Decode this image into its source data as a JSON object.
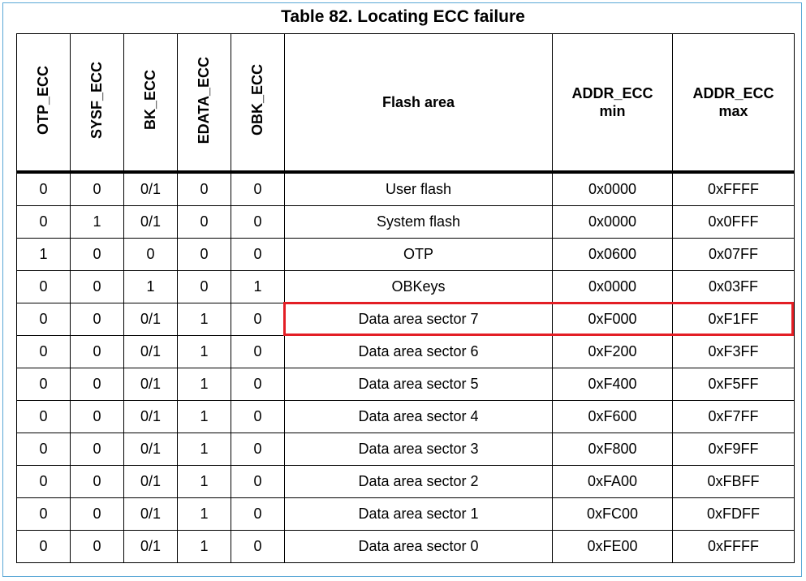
{
  "table": {
    "caption": "Table 82. Locating ECC failure",
    "headers": [
      "OTP_ECC",
      "SYSF_ECC",
      "BK_ECC",
      "EDATA_ECC",
      "OBK_ECC",
      "Flash area",
      "ADDR_ECC min",
      "ADDR_ECC max"
    ],
    "rows": [
      [
        "0",
        "0",
        "0/1",
        "0",
        "0",
        "User flash",
        "0x0000",
        "0xFFFF"
      ],
      [
        "0",
        "1",
        "0/1",
        "0",
        "0",
        "System flash",
        "0x0000",
        "0x0FFF"
      ],
      [
        "1",
        "0",
        "0",
        "0",
        "0",
        "OTP",
        "0x0600",
        "0x07FF"
      ],
      [
        "0",
        "0",
        "1",
        "0",
        "1",
        "OBKeys",
        "0x0000",
        "0x03FF"
      ],
      [
        "0",
        "0",
        "0/1",
        "1",
        "0",
        "Data area sector 7",
        "0xF000",
        "0xF1FF"
      ],
      [
        "0",
        "0",
        "0/1",
        "1",
        "0",
        "Data area sector 6",
        "0xF200",
        "0xF3FF"
      ],
      [
        "0",
        "0",
        "0/1",
        "1",
        "0",
        "Data area sector 5",
        "0xF400",
        "0xF5FF"
      ],
      [
        "0",
        "0",
        "0/1",
        "1",
        "0",
        "Data area sector 4",
        "0xF600",
        "0xF7FF"
      ],
      [
        "0",
        "0",
        "0/1",
        "1",
        "0",
        "Data area sector 3",
        "0xF800",
        "0xF9FF"
      ],
      [
        "0",
        "0",
        "0/1",
        "1",
        "0",
        "Data area sector 2",
        "0xFA00",
        "0xFBFF"
      ],
      [
        "0",
        "0",
        "0/1",
        "1",
        "0",
        "Data area sector 1",
        "0xFC00",
        "0xFDFF"
      ],
      [
        "0",
        "0",
        "0/1",
        "1",
        "0",
        "Data area sector 0",
        "0xFE00",
        "0xFFFF"
      ]
    ],
    "highlighted_row": 4
  },
  "colors": {
    "frame_border": "#59a7d6",
    "highlight_border": "#e31e25"
  }
}
